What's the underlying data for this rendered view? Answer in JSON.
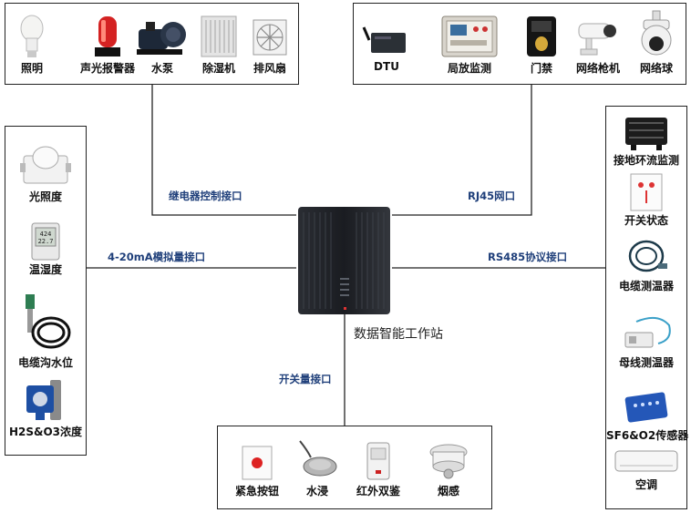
{
  "station": {
    "title": "数据智能工作站"
  },
  "interfaces": {
    "relay": "继电器控制接口",
    "rj45": "RJ45网口",
    "analog": "4-20mA模拟量接口",
    "rs485": "RS485协议接口",
    "switch": "开关量接口"
  },
  "top_left": [
    {
      "label": "照明",
      "icon": "bulb-icon"
    },
    {
      "label": "声光报警器",
      "icon": "alarm-light-icon"
    },
    {
      "label": "水泵",
      "icon": "pump-icon"
    },
    {
      "label": "除湿机",
      "icon": "dehumidifier-icon"
    },
    {
      "label": "排风扇",
      "icon": "fan-icon"
    }
  ],
  "top_right": [
    {
      "label": "DTU",
      "icon": "dtu-icon"
    },
    {
      "label": "局放监测",
      "icon": "pd-monitor-icon"
    },
    {
      "label": "门禁",
      "icon": "access-control-icon"
    },
    {
      "label": "网络枪机",
      "icon": "bullet-camera-icon"
    },
    {
      "label": "网络球",
      "icon": "dome-camera-icon"
    }
  ],
  "left": [
    {
      "label": "光照度",
      "icon": "light-sensor-icon"
    },
    {
      "label": "温湿度",
      "icon": "thermo-hygrometer-icon"
    },
    {
      "label": "电缆沟水位",
      "icon": "water-level-icon"
    },
    {
      "label": "H2S&O3浓度",
      "icon": "gas-detector-icon"
    }
  ],
  "right": [
    {
      "label": "接地环流监测",
      "icon": "ground-current-icon"
    },
    {
      "label": "开关状态",
      "icon": "switch-status-icon"
    },
    {
      "label": "电缆测温器",
      "icon": "cable-thermometer-icon"
    },
    {
      "label": "母线测温器",
      "icon": "busbar-thermometer-icon"
    },
    {
      "label": "SF6&O2传感器",
      "icon": "sf6-sensor-icon"
    },
    {
      "label": "空调",
      "icon": "air-conditioner-icon"
    }
  ],
  "bottom": [
    {
      "label": "紧急按钮",
      "icon": "emergency-button-icon"
    },
    {
      "label": "水浸",
      "icon": "water-leak-icon"
    },
    {
      "label": "红外双鉴",
      "icon": "pir-detector-icon"
    },
    {
      "label": "烟感",
      "icon": "smoke-detector-icon"
    }
  ]
}
